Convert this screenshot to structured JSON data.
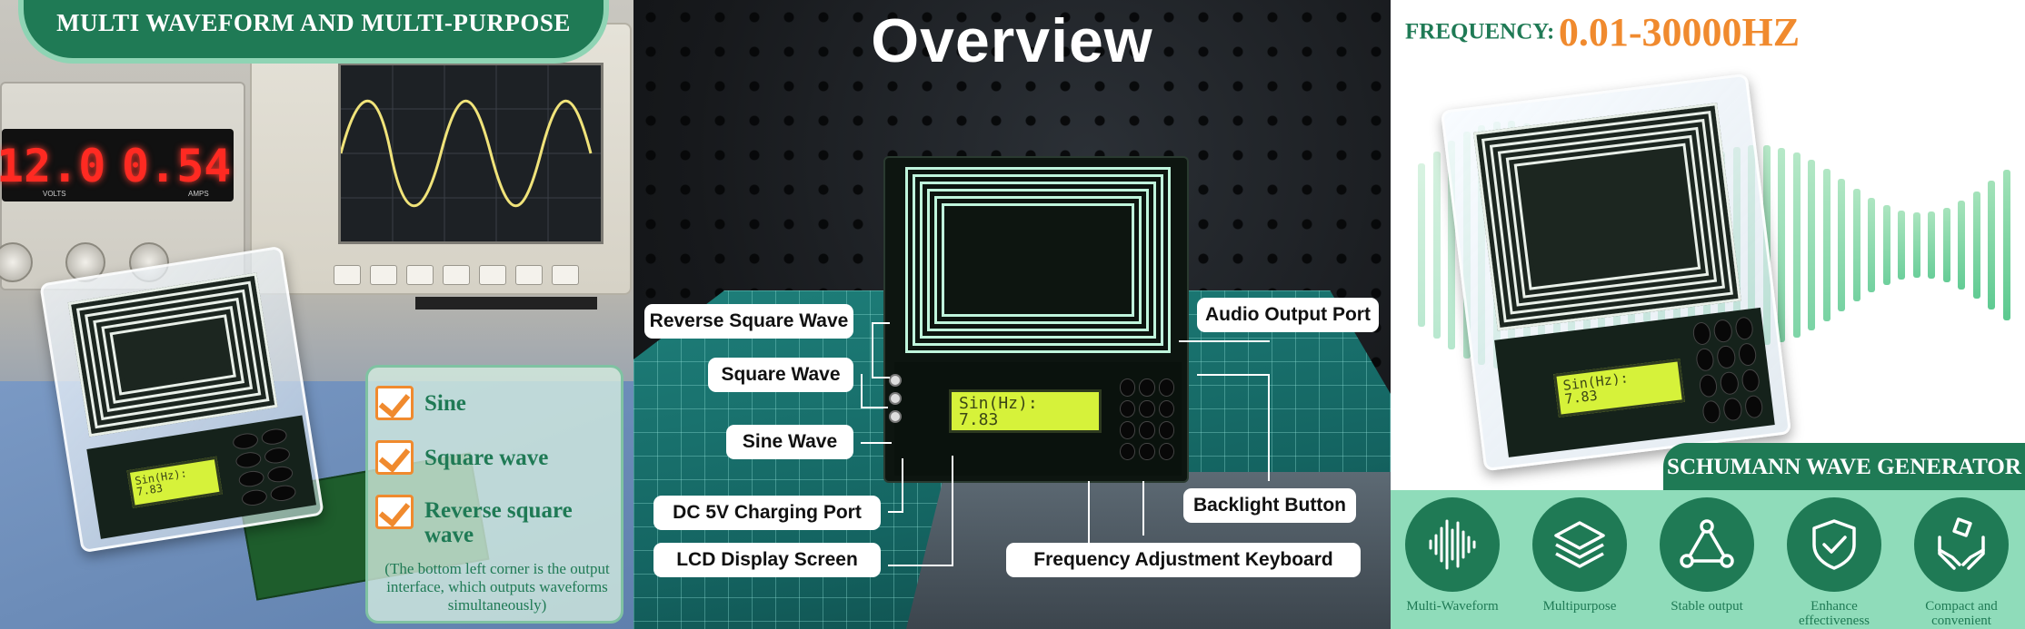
{
  "panel_left": {
    "banner": "MULTI WAVEFORM AND MULTI-PURPOSE",
    "psu_readout": {
      "volts_value": "12.0",
      "volts_label": "VOLTS",
      "amps_value": "0.54",
      "amps_label": "AMPS"
    },
    "lcd": {
      "line1": "Sin(Hz):",
      "line2": "7.83"
    },
    "features": [
      {
        "label": "Sine"
      },
      {
        "label": "Square wave"
      },
      {
        "label": "Reverse square wave"
      }
    ],
    "note": "(The bottom left corner is the output interface, which outputs waveforms simultaneously)"
  },
  "panel_center": {
    "title": "Overview",
    "lcd": {
      "line1": "Sin(Hz):",
      "line2": "7.83"
    },
    "callouts": {
      "reverse_square": "Reverse Square Wave",
      "square": "Square Wave",
      "sine": "Sine Wave",
      "dc_port": "DC 5V Charging Port",
      "lcd_screen": "LCD Display Screen",
      "audio_port": "Audio Output Port",
      "backlight": "Backlight Button",
      "keyboard": "Frequency Adjustment Keyboard"
    }
  },
  "panel_right": {
    "frequency_label": "FREQUENCY:",
    "frequency_value": "0.01-30000HZ",
    "lcd": {
      "line1": "Sin(Hz):",
      "line2": "7.83"
    },
    "product_name": "SCHUMANN WAVE GENERATOR",
    "features": [
      {
        "icon": "waveform-icon",
        "label": "Multi-Waveform"
      },
      {
        "icon": "layers-icon",
        "label": "Multipurpose"
      },
      {
        "icon": "triangle-network-icon",
        "label": "Stable output"
      },
      {
        "icon": "shield-check-icon",
        "label": "Enhance effectiveness"
      },
      {
        "icon": "hands-icon",
        "label": "Compact and convenient"
      }
    ]
  },
  "colors": {
    "brand_green": "#1f7a55",
    "accent_orange": "#f08a2e",
    "light_green": "#8fdcba",
    "lcd_yellow": "#d6f23a"
  }
}
